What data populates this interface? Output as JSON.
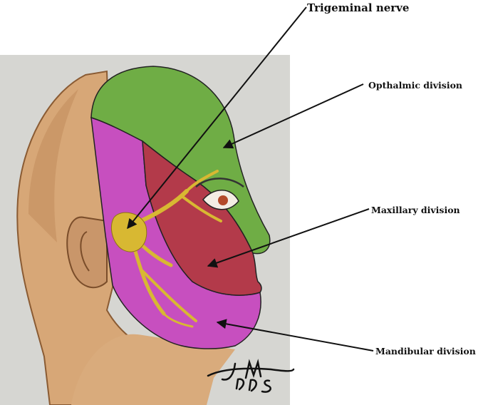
{
  "labels": {
    "trigeminal": "Trigeminal nerve",
    "ophthalmic": "Opthalmic division",
    "maxillary": "Maxillary division",
    "mandibular": "Mandibular division"
  },
  "signature": "JM DDS",
  "colors": {
    "paper": "#d6d6d2",
    "skin": "#d7a777",
    "skin_dark": "#b97f4f",
    "ophthalmic": "#6fad45",
    "maxillary": "#b33a4a",
    "mandibular": "#c74fbf",
    "nerve": "#d8b832",
    "line": "#111111"
  }
}
